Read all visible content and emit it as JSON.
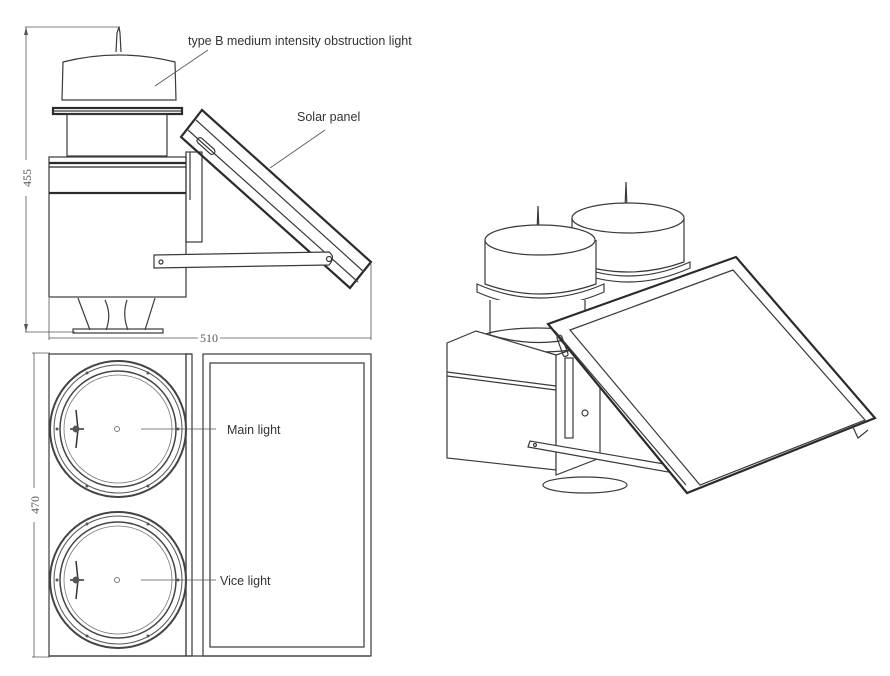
{
  "diagram": {
    "title": "Solar-powered dual obstruction light — technical drawing",
    "labels": {
      "light_type": "type B medium intensity obstruction light",
      "solar_panel": "Solar panel",
      "main_light": "Main light",
      "vice_light": "Vice light"
    },
    "dimensions": {
      "height": "455",
      "width": "510",
      "depth": "470"
    },
    "views": [
      "side-view",
      "top-view",
      "isometric-view"
    ],
    "line_color": "#3a3a3a",
    "background": "#ffffff"
  }
}
